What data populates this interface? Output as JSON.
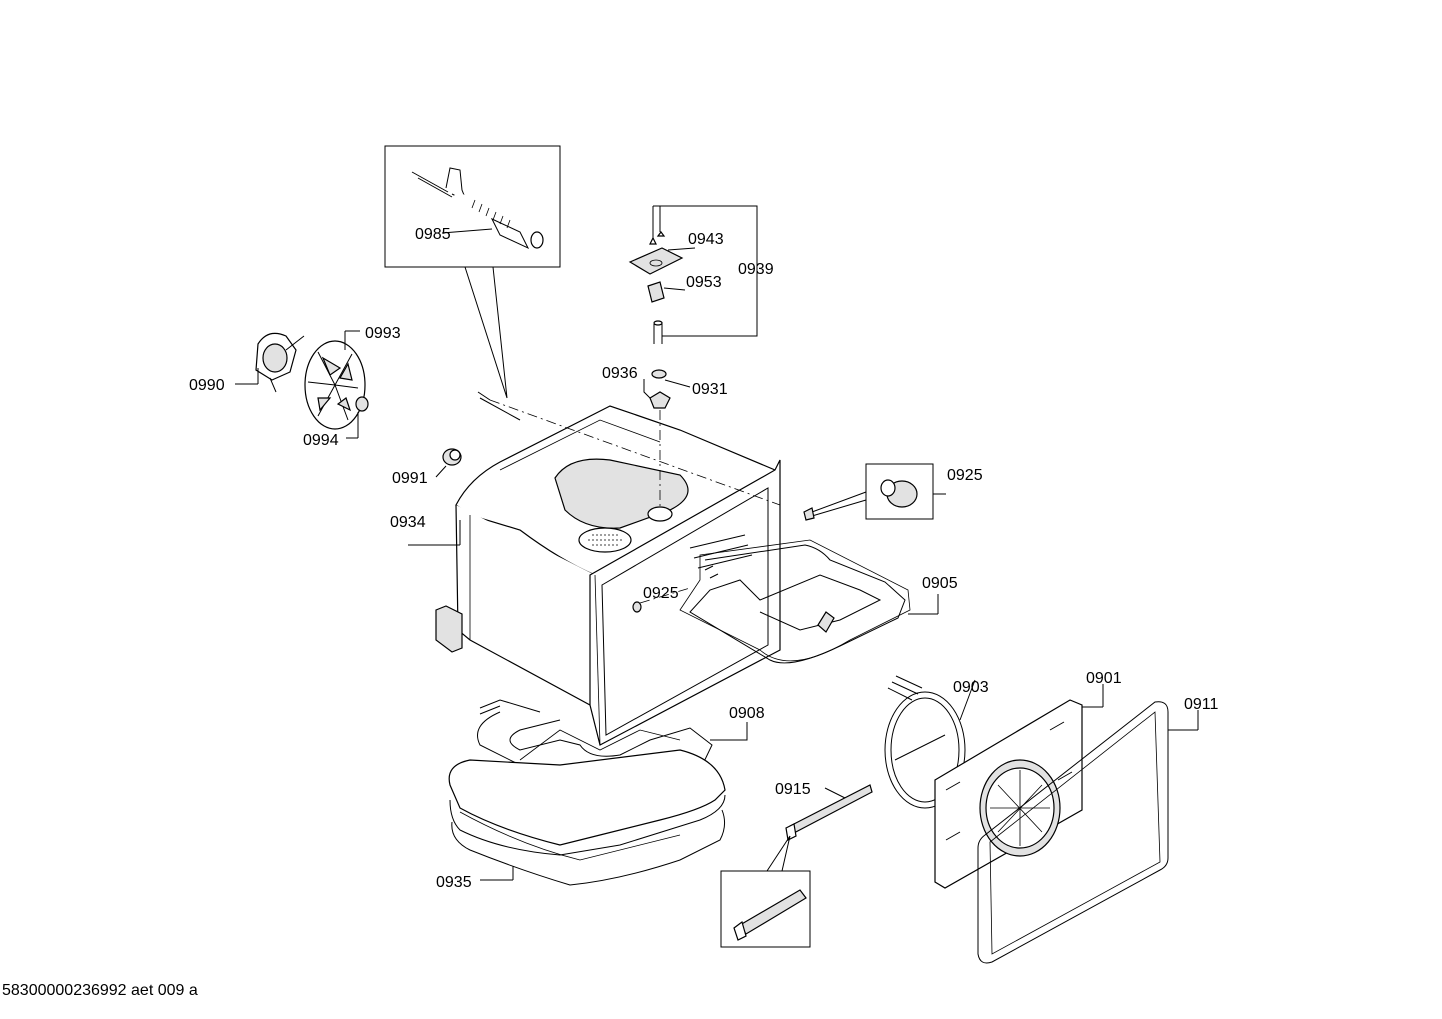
{
  "labels": {
    "p0985": "0985",
    "p0943": "0943",
    "p0939": "0939",
    "p0953": "0953",
    "p0993": "0993",
    "p0990": "0990",
    "p0994": "0994",
    "p0936": "0936",
    "p0931": "0931",
    "p0991": "0991",
    "p0925a": "0925",
    "p0934": "0934",
    "p0925b": "0925",
    "p0905": "0905",
    "p0903": "0903",
    "p0901": "0901",
    "p0911": "0911",
    "p0908": "0908",
    "p0915": "0915",
    "p0935": "0935"
  },
  "document_id": "58300000236992 aet 009 a"
}
